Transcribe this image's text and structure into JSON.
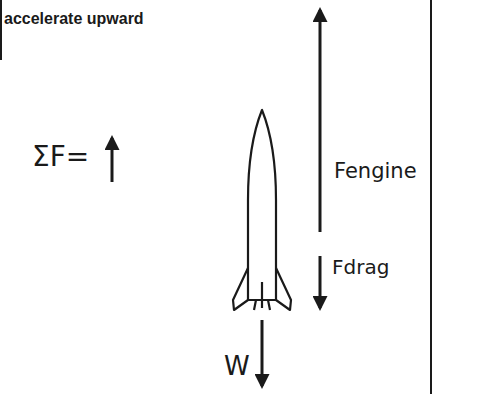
{
  "diagram": {
    "labels": [
      "accelerate upward",
      "ΣF=",
      "Fengine",
      "Fdrag",
      "W"
    ]
  }
}
